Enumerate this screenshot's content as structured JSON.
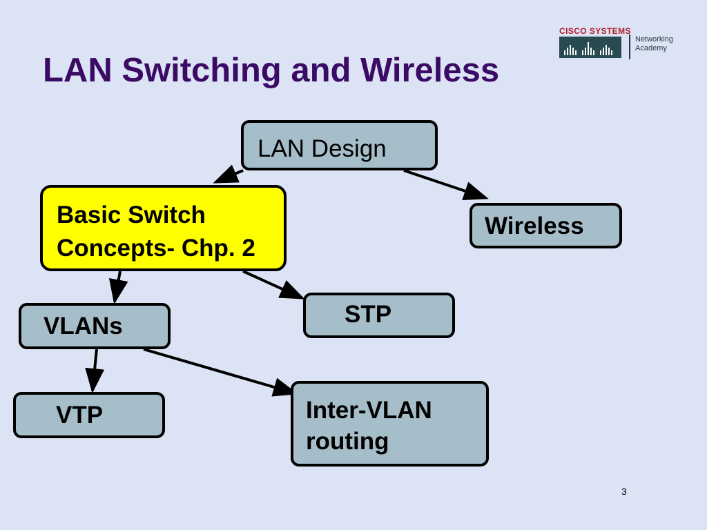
{
  "slide": {
    "title": "LAN Switching and Wireless",
    "page_number": "3",
    "colors": {
      "background": "#dce3f5",
      "title": "#3b0a64",
      "node_fill": "#a6bec9",
      "node_highlight": "#ffff00",
      "node_border": "#000000"
    },
    "logo": {
      "brand": "CISCO SYSTEMS",
      "line1": "Networking",
      "line2": "Academy"
    }
  },
  "diagram": {
    "nodes": {
      "lan_design": {
        "label": "LAN Design"
      },
      "basic_switch": {
        "label": "Basic Switch Concepts- Chp. 2",
        "highlighted": true
      },
      "wireless": {
        "label": "Wireless"
      },
      "stp": {
        "label": "STP"
      },
      "vlans": {
        "label": "VLANs"
      },
      "vtp": {
        "label": "VTP"
      },
      "inter_vlan": {
        "label": "Inter-VLAN routing"
      }
    },
    "edges": [
      {
        "from": "LAN Design",
        "to": "Basic Switch Concepts- Chp. 2"
      },
      {
        "from": "LAN Design",
        "to": "Wireless"
      },
      {
        "from": "Basic Switch Concepts- Chp. 2",
        "to": "VLANs"
      },
      {
        "from": "Basic Switch Concepts- Chp. 2",
        "to": "STP"
      },
      {
        "from": "VLANs",
        "to": "VTP"
      },
      {
        "from": "VLANs",
        "to": "Inter-VLAN routing"
      }
    ]
  }
}
